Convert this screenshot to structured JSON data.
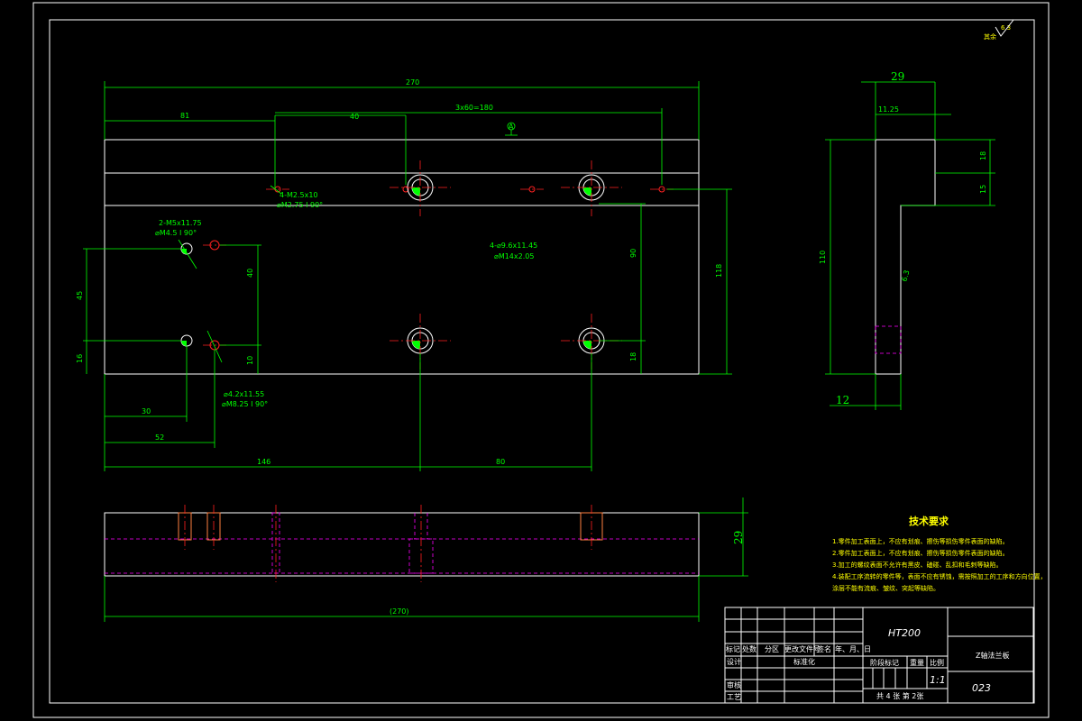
{
  "drawing": {
    "surface_note": "其余",
    "roughness_value": "6.3",
    "dims_front": {
      "overall_length": "270",
      "left_offset": "81",
      "hole_pitch_top": "40",
      "hole_pitch_span": "3x60=180",
      "datum": "A",
      "right_height": "118",
      "mid_height": "90",
      "bottom_right": "18",
      "left_height": "45",
      "left_mid": "40",
      "left_bottom": "16",
      "left_small": "10",
      "horiz_30": "30",
      "horiz_52": "52",
      "horiz_146": "146",
      "horiz_80": "80"
    },
    "hole_notes": {
      "small_top_1": "4-M2.5x10",
      "small_top_2": "⌀M2.75 I 90°",
      "left_upper_1": "2-M5x11.75",
      "left_upper_2": "⌀M4.5 I 90°",
      "center_1": "4-⌀9.6x11.45",
      "center_2": "⌀M14x2.05",
      "left_lower_1": "⌀4.2x11.55",
      "left_lower_2": "⌀M8.25 I 90°"
    },
    "dims_side": {
      "top_width": "29",
      "offset": "11.25",
      "right_upper": "18",
      "right_lower": "15",
      "height": "110",
      "bottom_width": "12",
      "angle_note": "6.3"
    },
    "dims_bottom": {
      "thickness": "29",
      "overall_ref": "(270)"
    },
    "tech_requirements": {
      "title": "技术要求",
      "items": [
        "1.零件加工表面上，不应有划痕、擦伤等损伤零件表面的缺陷。",
        "2.零件加工表面上，不应有划痕、擦伤等损伤零件表面的缺陷。",
        "3.加工的螺纹表面不允许有黑皮、磕碰、乱扣和毛刺等缺陷。",
        "4.装配工序流转的零件等，表面不应有锈蚀，需按照加工的工序和方向位置，",
        "   涂层不能有流痕、皱纹、突起等缺陷。"
      ]
    },
    "title_block": {
      "material": "HT200",
      "part_name": "Z轴法兰板",
      "drawing_no": "023",
      "header_cells": [
        "标记",
        "处数",
        "分区",
        "更改文件号",
        "签名",
        "年、月、日"
      ],
      "row_design": "设计",
      "row_standard": "标准化",
      "row_check": "审核",
      "row_process": "工艺",
      "stage_mark": "阶段标记",
      "weight": "重量",
      "scale_label": "比例",
      "scale_value": "1:1",
      "sheets": "共 4 张  第 2张"
    }
  }
}
